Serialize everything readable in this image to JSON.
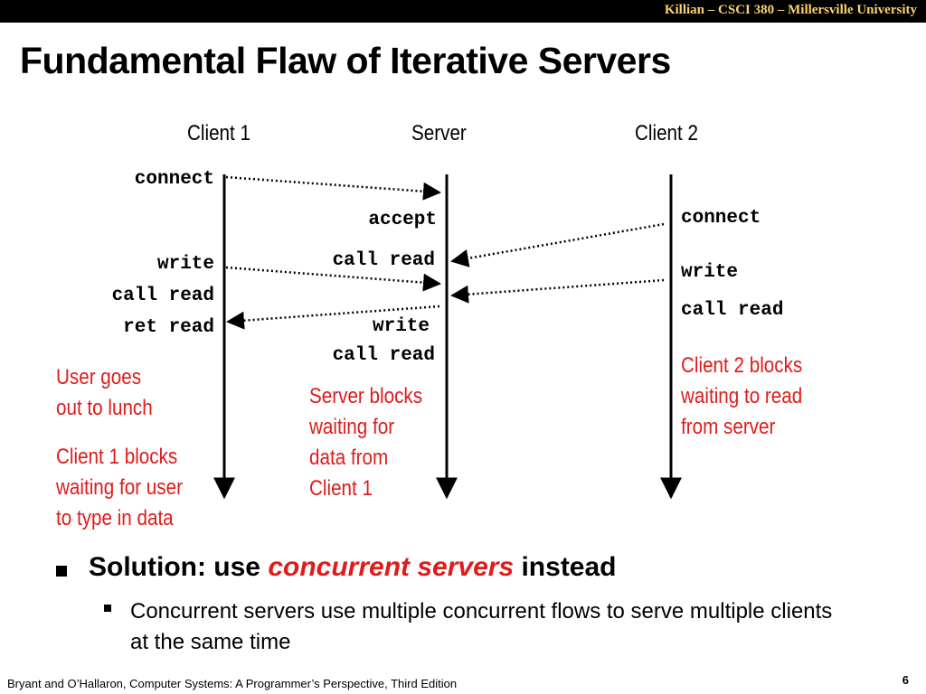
{
  "header_bar": {
    "text": "Killian – CSCI 380 – Millersville University"
  },
  "title": "Fundamental Flaw of Iterative Servers",
  "diagram": {
    "columns": {
      "client1": "Client 1",
      "server": "Server",
      "client2": "Client 2"
    },
    "client1": {
      "connect": "connect",
      "write": "write",
      "call_read": "call read",
      "ret_read": "ret read"
    },
    "server": {
      "accept": "accept",
      "call_read": "call read",
      "write": "write",
      "call_read2": "call read"
    },
    "client2": {
      "connect": "connect",
      "write": "write",
      "call_read": "call read"
    },
    "notes": {
      "lunch": [
        "User goes",
        "out to lunch"
      ],
      "client1_blocks": [
        "Client 1 blocks",
        "waiting for user",
        "to type in data"
      ],
      "server_blocks": [
        "Server blocks",
        "waiting for",
        "data from",
        "Client 1"
      ],
      "client2_blocks": [
        "Client 2 blocks",
        "waiting to read",
        "from server"
      ]
    },
    "accent_color": "#e01b1b"
  },
  "bullets": {
    "main_prefix": "Solution: use ",
    "main_emphasis": "concurrent servers",
    "main_suffix": " instead",
    "sub": "Concurrent servers use multiple concurrent flows to serve multiple clients at the same time"
  },
  "footer": {
    "citation": "Bryant and O’Hallaron, Computer Systems: A Programmer’s Perspective, Third Edition",
    "page": "6"
  }
}
